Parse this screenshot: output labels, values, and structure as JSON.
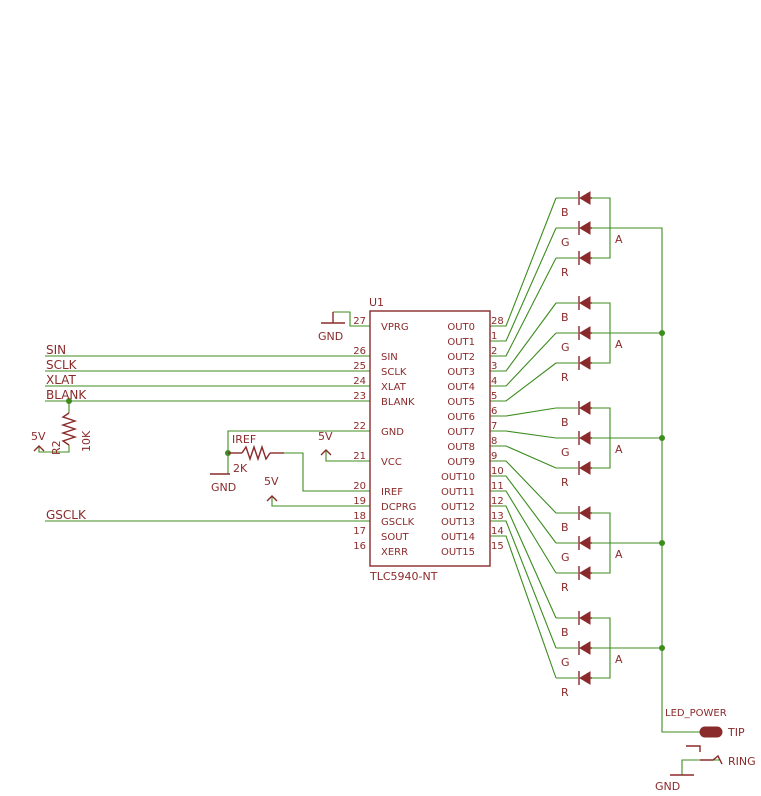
{
  "chip": {
    "ref": "U1",
    "part": "TLC5940-NT",
    "left_pins": [
      {
        "name": "VPRG",
        "num": "27"
      },
      {
        "name": "SIN",
        "num": "26"
      },
      {
        "name": "SCLK",
        "num": "25"
      },
      {
        "name": "XLAT",
        "num": "24"
      },
      {
        "name": "BLANK",
        "num": "23"
      },
      {
        "name": "GND",
        "num": "22"
      },
      {
        "name": "VCC",
        "num": "21"
      },
      {
        "name": "IREF",
        "num": "20"
      },
      {
        "name": "DCPRG",
        "num": "19"
      },
      {
        "name": "GSCLK",
        "num": "18"
      },
      {
        "name": "SOUT",
        "num": "17"
      },
      {
        "name": "XERR",
        "num": "16"
      }
    ],
    "right_pins": [
      {
        "name": "OUT0",
        "num": "28"
      },
      {
        "name": "OUT1",
        "num": "1"
      },
      {
        "name": "OUT2",
        "num": "2"
      },
      {
        "name": "OUT3",
        "num": "3"
      },
      {
        "name": "OUT4",
        "num": "4"
      },
      {
        "name": "OUT5",
        "num": "5"
      },
      {
        "name": "OUT6",
        "num": "6"
      },
      {
        "name": "OUT7",
        "num": "7"
      },
      {
        "name": "OUT8",
        "num": "8"
      },
      {
        "name": "OUT9",
        "num": "9"
      },
      {
        "name": "OUT10",
        "num": "10"
      },
      {
        "name": "OUT11",
        "num": "11"
      },
      {
        "name": "OUT12",
        "num": "12"
      },
      {
        "name": "OUT13",
        "num": "13"
      },
      {
        "name": "OUT14",
        "num": "14"
      },
      {
        "name": "OUT15",
        "num": "15"
      }
    ]
  },
  "nets": {
    "sin": "SIN",
    "sclk": "SCLK",
    "xlat": "XLAT",
    "blank": "BLANK",
    "gsclk": "GSCLK"
  },
  "power": {
    "gnd": "GND",
    "v5": "5V"
  },
  "resistors": {
    "r2": {
      "name": "R2",
      "value": "10K"
    },
    "iref": {
      "name": "IREF",
      "value": "2K"
    }
  },
  "led": {
    "channels": [
      "B",
      "G",
      "R"
    ],
    "anode": "A"
  },
  "jack": {
    "power_label": "LED_POWER",
    "tip": "TIP",
    "ring": "RING"
  },
  "colors": {
    "wire": "#3c8c1e",
    "part": "#8a2a2a"
  }
}
